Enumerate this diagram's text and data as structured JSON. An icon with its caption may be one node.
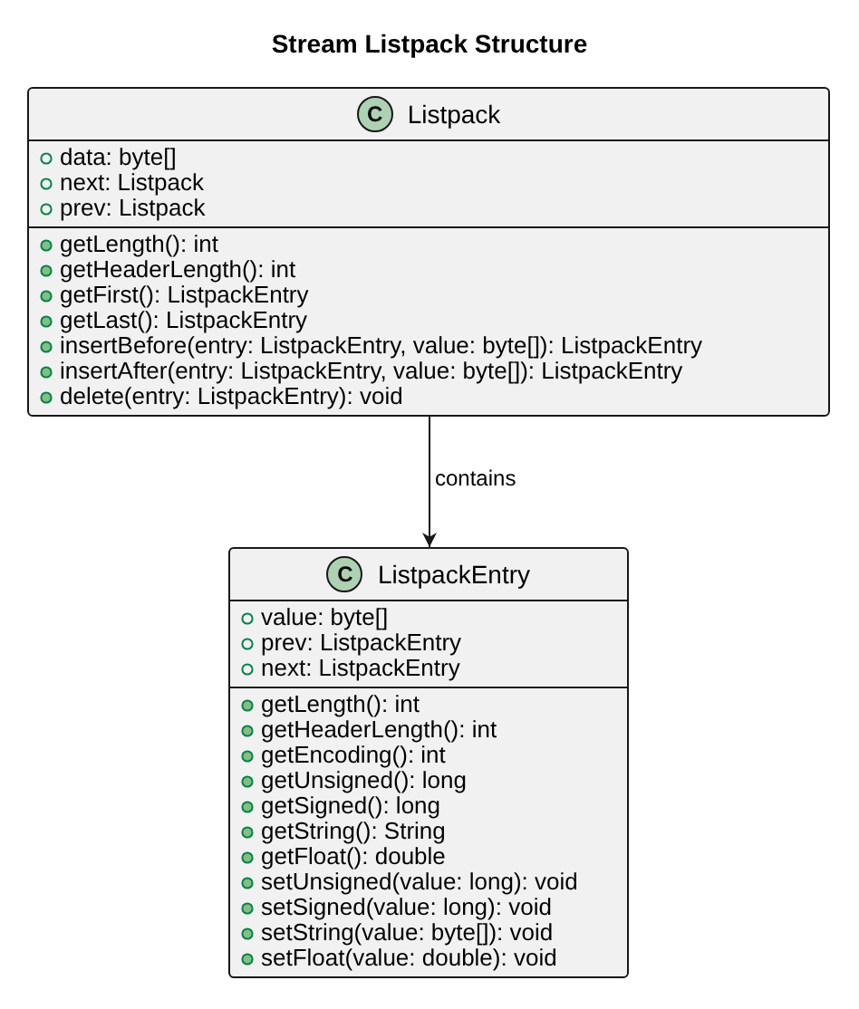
{
  "diagram": {
    "title": "Stream Listpack Structure",
    "nodes": [
      {
        "text": [
          "C",
          "Listpack"
        ]
      },
      {
        "text": [
          "data: byte[]",
          "next: Listpack",
          "prev: Listpack"
        ],
        "in": 0
      },
      {
        "text": [
          "getLength(): int",
          "getHeaderLength(): int",
          "getFirst(): ListpackEntry",
          "getLast(): ListpackEntry",
          "insertBefore(entry: ListpackEntry, value: byte[]): ListpackEntry",
          "insertAfter(entry: ListpackEntry, value: byte[]): ListpackEntry",
          "delete(entry: ListpackEntry): void"
        ],
        "in": 0
      },
      {
        "text": [
          "C",
          "ListpackEntry"
        ]
      },
      {
        "text": [
          "value: byte[]",
          "prev: ListpackEntry",
          "next: ListpackEntry"
        ],
        "in": 3
      },
      {
        "text": [
          "getLength(): int",
          "getHeaderLength(): int",
          "getEncoding(): int",
          "getUnsigned(): long",
          "getSigned(): long",
          "getString(): String",
          "getFloat(): double",
          "setUnsigned(value: long): void",
          "setSigned(value: long): void",
          "setString(value: byte[]): void",
          "setFloat(value: double): void"
        ],
        "in": 3
      }
    ],
    "edges": [
      {
        "from": 0,
        "to": 3,
        "arrow": "to",
        "label": "contains"
      }
    ]
  }
}
